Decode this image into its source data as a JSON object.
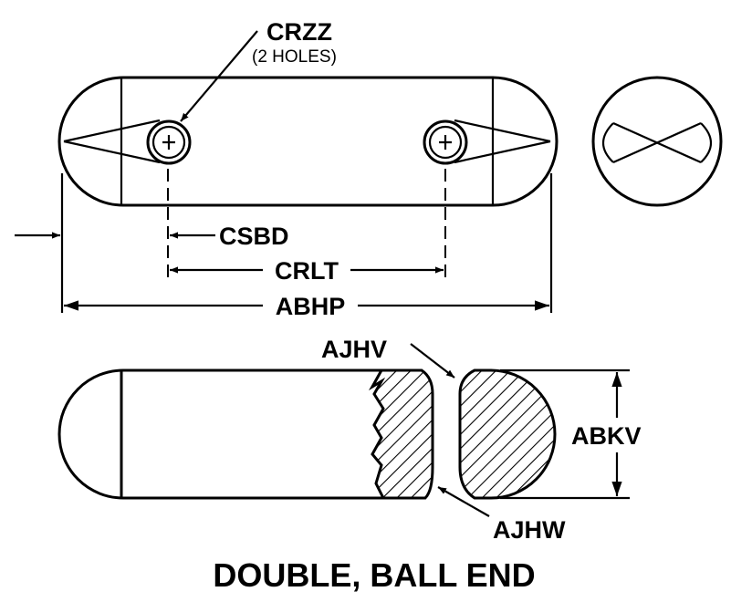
{
  "labels": {
    "hole_callout": "CRZZ",
    "hole_note": "(2 HOLES)",
    "hole_offset": "CSBD",
    "hole_spacing": "CRLT",
    "overall_length": "ABHP",
    "slot_upper": "AJHV",
    "slot_lower": "AJHW",
    "diameter": "ABKV"
  },
  "title": "DOUBLE, BALL END",
  "colors": {
    "line": "#000000",
    "background": "#ffffff"
  }
}
